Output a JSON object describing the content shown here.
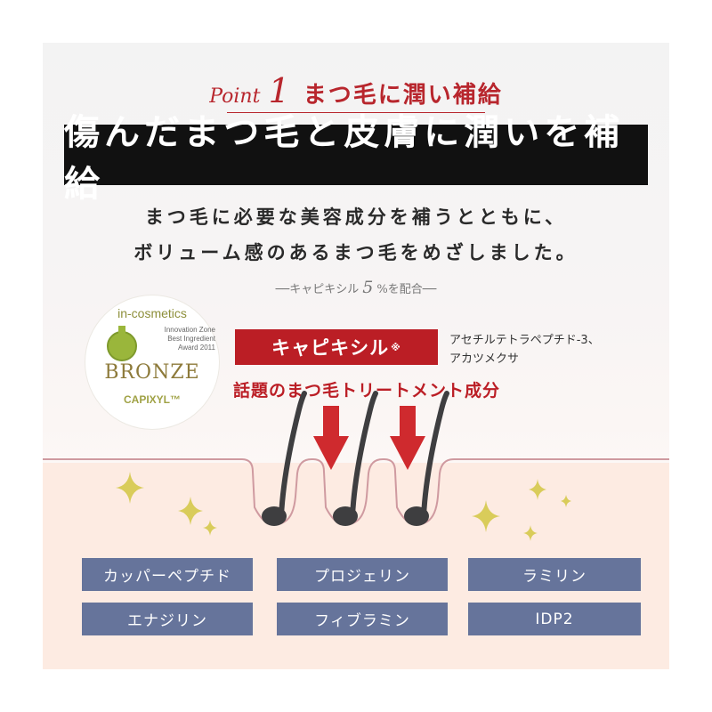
{
  "point": {
    "word": "Point",
    "number": "1",
    "title": "まつ毛に潤い補給"
  },
  "headline": "傷んだまつ毛と皮膚に潤いを補給",
  "description": {
    "line1": "まつ毛に必要な美容成分を補うとともに、",
    "line2": "ボリューム感のあるまつ毛をめざしました。"
  },
  "blend": {
    "before": "──キャピキシル",
    "percent": "5",
    "after": "%を配合──"
  },
  "award": {
    "brand": "in-cosmetics",
    "line1": "Innovation Zone",
    "line2": "Best Ingredient",
    "line3": "Award 2011",
    "rank": "BRONZE",
    "product": "CAPIXYL™"
  },
  "ingredient": {
    "name": "キャピキシル",
    "mark": "※",
    "desc_line1": "アセチルテトラペプチド-3、",
    "desc_line2": "アカツメクサ",
    "tagline": "話題のまつ毛トリートメント成分"
  },
  "ingredients": [
    "カッパーペプチド",
    "プロジェリン",
    "ラミリン",
    "エナジリン",
    "フィブラミン",
    "IDP2"
  ],
  "colors": {
    "accent_red": "#bb1e25",
    "tag_blue": "#66749b",
    "skin": "#fdebe2",
    "sparkle": "#d9cc5a"
  },
  "icons": [
    "down-arrow-icon",
    "sparkle-icon",
    "eyelash-hair-icon",
    "award-badge-icon"
  ]
}
